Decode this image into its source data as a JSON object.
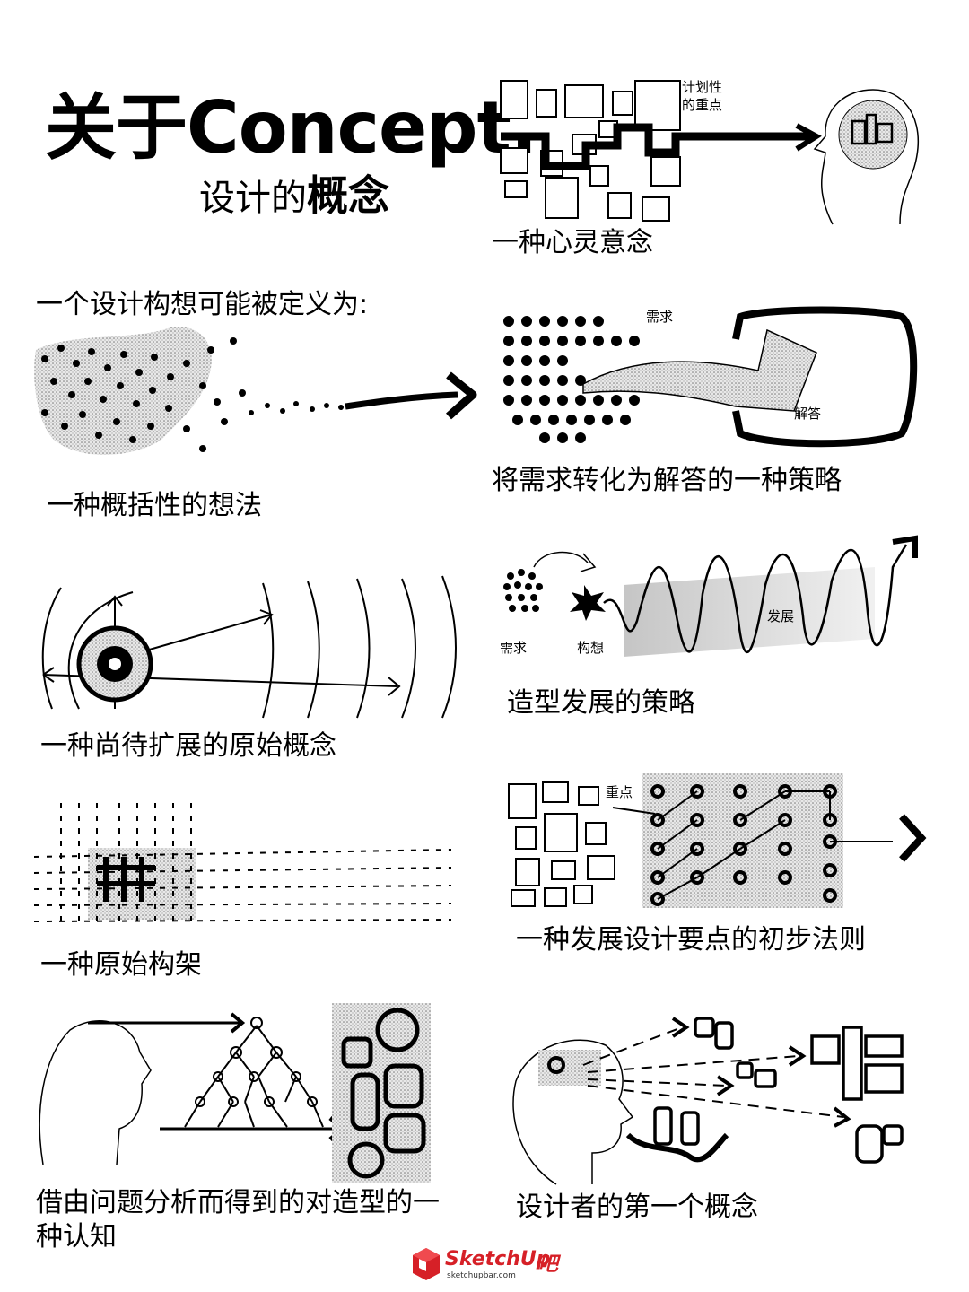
{
  "header": {
    "title_cn": "关于",
    "title_en": "Concept.",
    "subtitle_pre": "设计的",
    "subtitle_bold": "概念"
  },
  "intro": "一个设计构想可能被定义为:",
  "items": [
    {
      "caption": "一种心灵意念",
      "labels": [
        "计划性",
        "的重点"
      ]
    },
    {
      "caption": "一种概括性的想法"
    },
    {
      "caption": "将需求转化为解答的一种策略",
      "labels": [
        "需求",
        "解答"
      ]
    },
    {
      "caption": "一种尚待扩展的原始概念"
    },
    {
      "caption": "造型发展的策略",
      "labels": [
        "需求",
        "构想",
        "发展"
      ]
    },
    {
      "caption": "一种原始构架"
    },
    {
      "caption": "一种发展设计要点的初步法则",
      "labels": [
        "重点"
      ]
    },
    {
      "caption": "借由问题分析而得到的对造型的一种认知"
    },
    {
      "caption": "设计者的第一个概念"
    }
  ],
  "footer": {
    "logo_text": "SketchUp",
    "logo_suffix": "吧",
    "logo_url": "sketchupbar.com"
  }
}
